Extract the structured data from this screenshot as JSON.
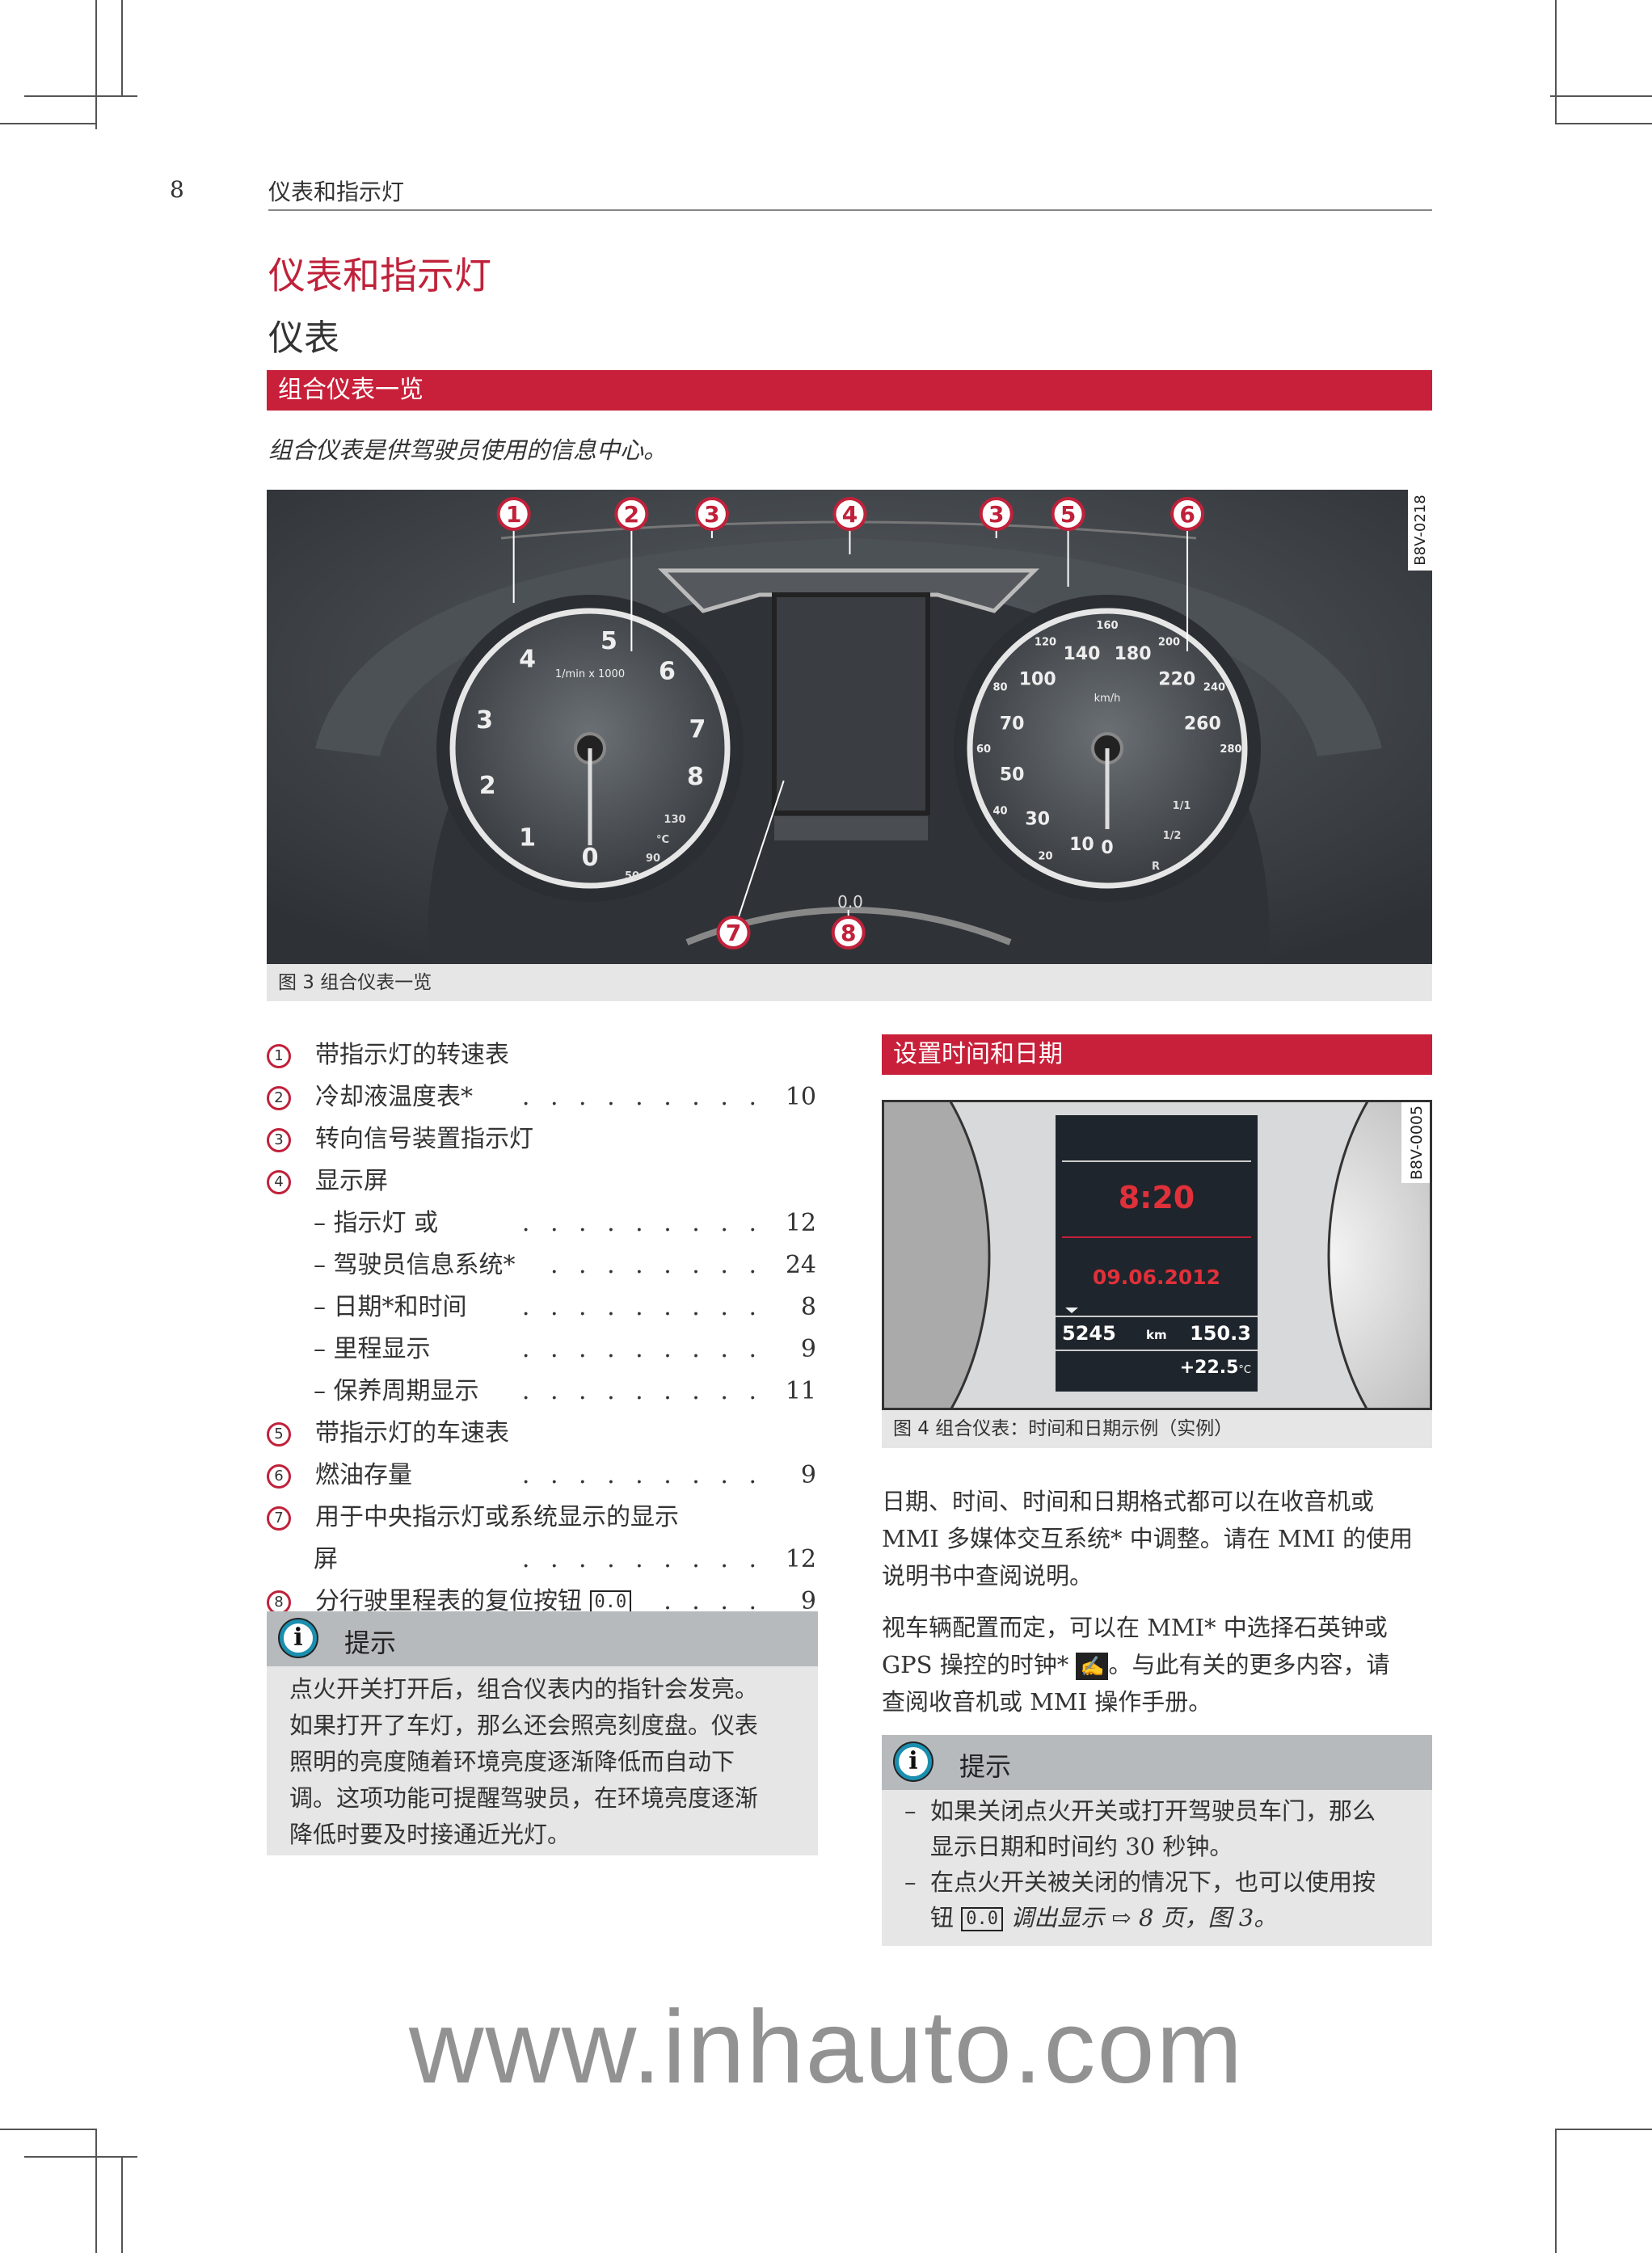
{
  "header": {
    "page_number": "8",
    "running_title": "仪表和指示灯"
  },
  "chapter_title": "仪表和指示灯",
  "section_title": "仪表",
  "subsection_bar": "组合仪表一览",
  "lead_text": "组合仪表是供驾驶员使用的信息中心。",
  "figure3": {
    "code": "B8V-0218",
    "caption": "图 3 组合仪表一览",
    "callouts": [
      "1",
      "2",
      "3",
      "4",
      "3",
      "5",
      "6",
      "7",
      "8"
    ],
    "tacho_numbers": [
      "0",
      "1",
      "2",
      "3",
      "4",
      "5",
      "6",
      "7",
      "8"
    ],
    "tacho_unit": "1/min x 1000",
    "temp_labels": [
      "50",
      "90",
      "130",
      "°C"
    ],
    "speedo_numbers": [
      "0",
      "10",
      "20",
      "30",
      "40",
      "50",
      "60",
      "70",
      "80",
      "100",
      "120",
      "140",
      "160",
      "180",
      "200",
      "220",
      "240",
      "260",
      "280"
    ],
    "speedo_unit": "km/h",
    "fuel_labels": [
      "1/1",
      "1/2",
      "R"
    ],
    "trip_display": "0.0"
  },
  "legend": [
    {
      "num": "1",
      "text": "带指示灯的转速表",
      "page": ""
    },
    {
      "num": "2",
      "text": "冷却液温度表*",
      "page": "10"
    },
    {
      "num": "3",
      "text": "转向信号装置指示灯",
      "page": ""
    },
    {
      "num": "4",
      "text": "显示屏",
      "page": ""
    },
    {
      "num": "",
      "text": "– 指示灯  或",
      "page": "12"
    },
    {
      "num": "",
      "text": "– 驾驶员信息系统*",
      "page": "24"
    },
    {
      "num": "",
      "text": "– 日期*和时间",
      "page": "8"
    },
    {
      "num": "",
      "text": "– 里程显示",
      "page": "9"
    },
    {
      "num": "",
      "text": "– 保养周期显示",
      "page": "11"
    },
    {
      "num": "5",
      "text": "带指示灯的车速表",
      "page": ""
    },
    {
      "num": "6",
      "text": "燃油存量",
      "page": "9"
    },
    {
      "num": "7",
      "text": "用于中央指示灯或系统显示的显示",
      "page": ""
    },
    {
      "num": "",
      "text": "屏",
      "page": "12"
    },
    {
      "num": "8",
      "text": "分行驶里程表的复位按钮",
      "key": "0.0",
      "page": "9"
    }
  ],
  "dots": ". . . . . . . . .",
  "note_left": {
    "title": "提示",
    "lines": [
      "点火开关打开后，组合仪表内的指针会发亮。",
      "如果打开了车灯，那么还会照亮刻度盘。仪表",
      "照明的亮度随着环境亮度逐渐降低而自动下",
      "调。这项功能可提醒驾驶员，在环境亮度逐渐",
      "降低时要及时接通近光灯。"
    ]
  },
  "right_bar": "设置时间和日期",
  "figure4": {
    "code": "B8V-0005",
    "time": "8:20",
    "date": "09.06.2012",
    "odometer": "5245",
    "unit": "km",
    "trip": "150.3",
    "temperature": "+22.5",
    "temp_unit": "°C",
    "caption": "图 4 组合仪表：时间和日期示例（实例）"
  },
  "para1": [
    "日期、时间、时间和日期格式都可以在收音机或",
    "MMI 多媒体交互系统* 中调整。请在 MMI 的使用",
    "说明书中查阅说明。"
  ],
  "para2": {
    "l1": "视车辆配置而定，可以在 MMI* 中选择石英钟或",
    "l2a": "GPS 操控的时钟*",
    "l2b": "。与此有关的更多内容，请",
    "l3": "查阅收音机或 MMI 操作手册。"
  },
  "note_right": {
    "title": "提示",
    "b1": [
      "如果关闭点火开关或打开驾驶员车门，那么",
      "显示日期和时间约 30 秒钟。"
    ],
    "b2a": "在点火开关被关闭的情况下，也可以使用按",
    "b2b": "钮",
    "b2key": "0.0",
    "b2c": "调出显示 ⇨ 8 页，图 3。"
  },
  "watermark": "www.inhauto.com",
  "colors": {
    "accent_red": "#c8203a",
    "note_header": "#b7babd",
    "note_body": "#e6e6e6",
    "info_icon": "#1b8fb0"
  }
}
